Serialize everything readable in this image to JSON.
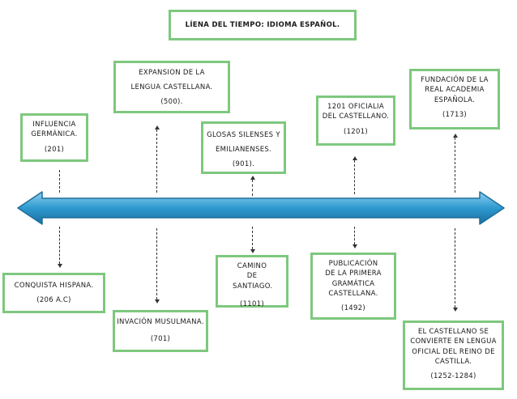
{
  "title": "LÍENA DEL TIEMPO: IDIOMA ESPAÑOL.",
  "events_top": [
    {
      "label": "INFLUENCIA GERMÁNICA.",
      "year": "(201)"
    },
    {
      "label": "EXPANSION DE LA LENGUA CASTELLANA.",
      "year": "(500)."
    },
    {
      "label": "GLOSAS SILENSES Y EMILIANENSES.",
      "year": "(901)."
    },
    {
      "label": "1201 OFICIALIA DEL CASTELLANO.",
      "year": "(1201)"
    },
    {
      "label": "FUNDACIÓN DE LA REAL ACADEMIA ESPAÑOLA.",
      "year": "(1713)"
    }
  ],
  "events_bottom": [
    {
      "label": "CONQUISTA HISPANA.",
      "year": "(206 A.C)"
    },
    {
      "label": "INVACIÓN MUSULMANA.",
      "year": "(701)"
    },
    {
      "label": "CAMINO DE SANTIAGO.",
      "year": "(1101)"
    },
    {
      "label": "PUBLICACIÓN DE LA PRIMERA GRAMÁTICA CASTELLANA.",
      "year": "(1492)"
    },
    {
      "label": "EL CASTELLANO SE CONVIERTE EN LENGUA OFICIAL DEL REINO DE CASTILLA.",
      "year": "(1252-1284)"
    }
  ],
  "colors": {
    "border": "#7ec87e",
    "timeline_fill": "#2e9ad0",
    "timeline_stroke": "#1d6f9a"
  }
}
